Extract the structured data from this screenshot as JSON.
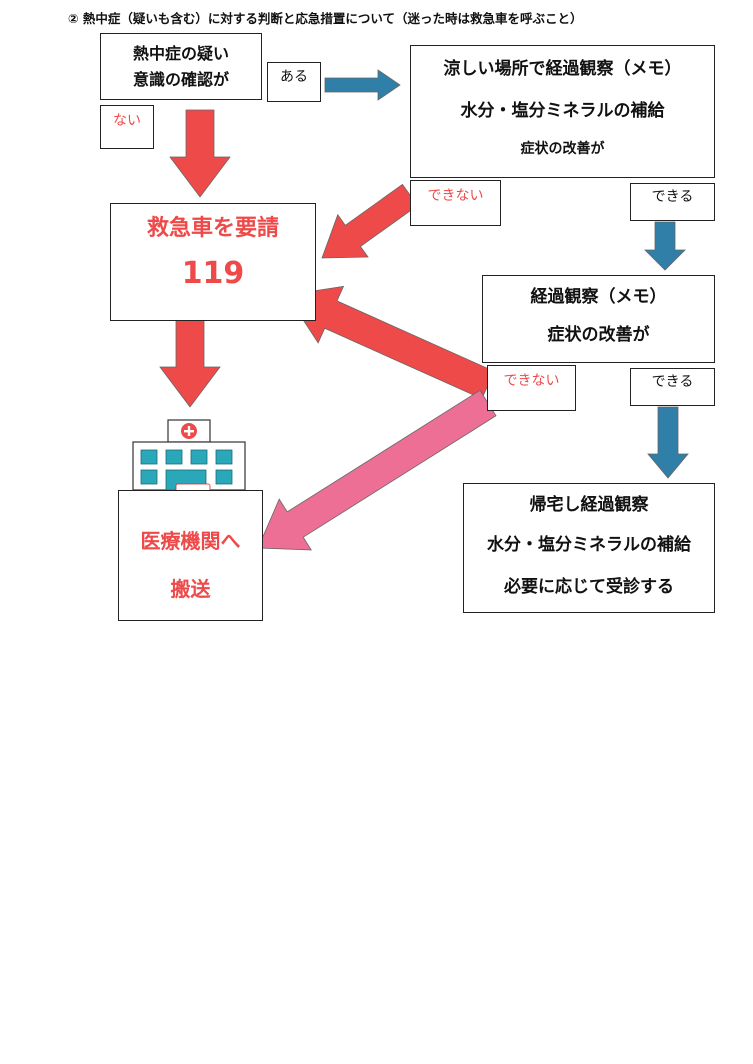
{
  "title": "② 熱中症（疑いも含む）に対する判断と応急措置について（迷った時は救急車を呼ぶこと）",
  "colors": {
    "red": "#ef4a4a",
    "blue": "#2f7fa8",
    "pink": "#ee6f95",
    "window": "#2aa7b8"
  },
  "start_box": {
    "line1": "熱中症の疑い",
    "line2": "意識の確認が"
  },
  "yes_label": "ある",
  "no_label": "ない",
  "cool_box": {
    "line1": "涼しい場所で経過観察（メモ）",
    "line2": "水分・塩分ミネラルの補給",
    "line3": "症状の改善が"
  },
  "cool_cannot": "できない",
  "cool_can": "できる",
  "ambulance_box": {
    "line1": "救急車を要請",
    "line2": "119"
  },
  "observe_box": {
    "line1": "経過観察（メモ）",
    "line2": "症状の改善が"
  },
  "observe_cannot": "できない",
  "observe_can": "できる",
  "hospital_box": {
    "line1": "医療機関へ",
    "line2": "搬送"
  },
  "home_box": {
    "line1": "帰宅し経過観察",
    "line2": "水分・塩分ミネラルの補給",
    "line3": "必要に応じて受診する"
  }
}
